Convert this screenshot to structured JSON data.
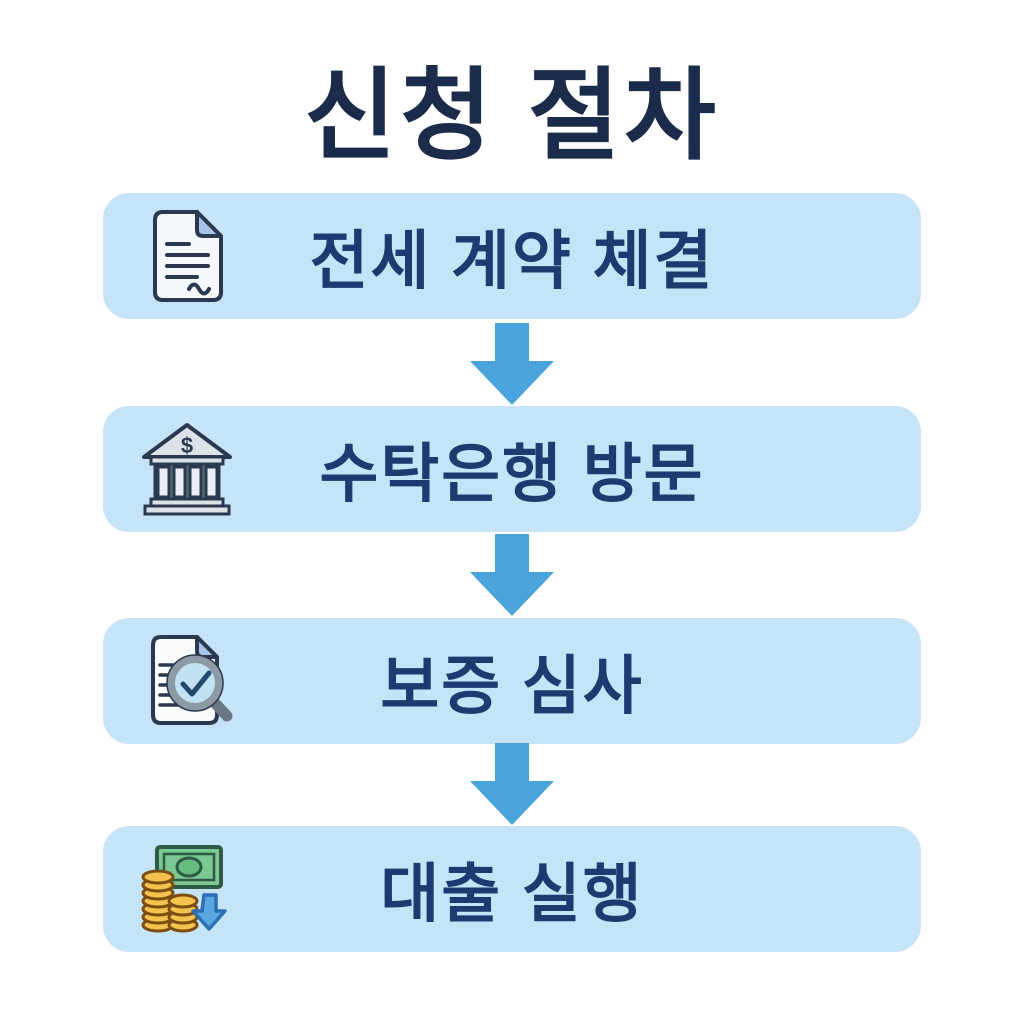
{
  "title": "신청 절차",
  "steps": [
    {
      "label": "전세 계약 체결",
      "icon": "contract-document-icon"
    },
    {
      "label": "수탁은행 방문",
      "icon": "bank-building-icon"
    },
    {
      "label": "보증 심사",
      "icon": "document-review-magnifier-icon"
    },
    {
      "label": "대출 실행",
      "icon": "money-payout-icon"
    }
  ],
  "flow": {
    "direction": "down",
    "arrow_count": 3
  },
  "colors": {
    "background": "#FFFFFF",
    "box_background": "#C5E4F7",
    "title_text": "#1B2B4B",
    "step_text": "#1E3A70",
    "arrow": "#4BA3DB",
    "icon_outline": "#2A3950",
    "paper_fill": "#F4F8FB",
    "fold_fill": "#A9C3E8",
    "bank_fill": "#DDE2E9",
    "bank_dark": "#5D6C7B",
    "lens_fill": "#C2E2F4",
    "magnifier_rim": "#8E99A6",
    "banknote_green": "#7CC893",
    "banknote_outline": "#2E5B43",
    "coin_gold": "#F2C14E",
    "coin_outline": "#7A4E12",
    "payout_arrow_fill": "#5AA7E0",
    "payout_arrow_outline": "#2D6FB5"
  }
}
